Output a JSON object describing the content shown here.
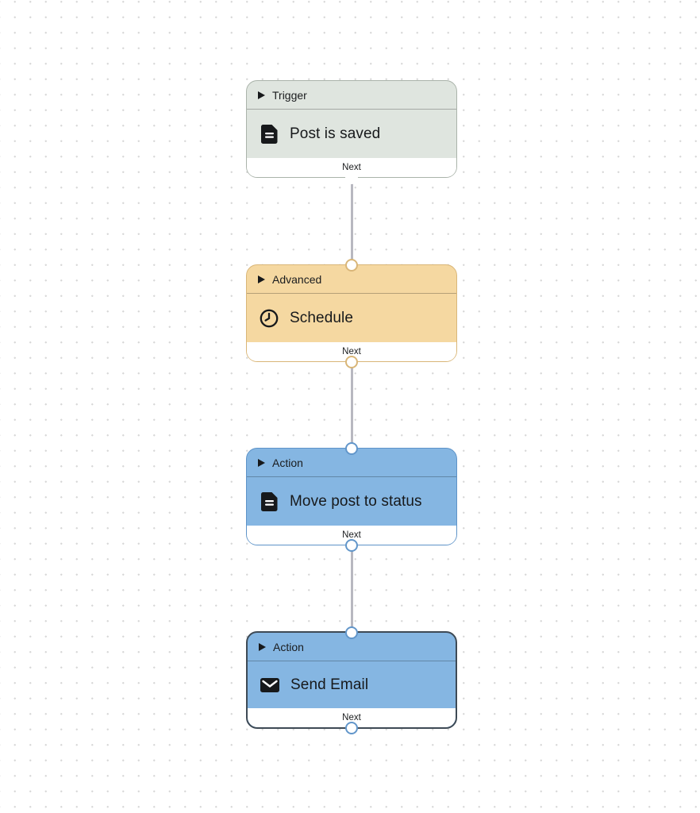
{
  "canvas": {
    "background": "#ffffff",
    "dot_color": "#d7d7d7",
    "edge_color": "#b8b8c0"
  },
  "nodes": [
    {
      "category": "Trigger",
      "title": "Post is saved",
      "port_label": "Next",
      "icon": "document-icon",
      "fill": "#dfe5df",
      "border": "#aab3aa",
      "port_top": null,
      "port_bottom": "#b184bd"
    },
    {
      "category": "Advanced",
      "title": "Schedule",
      "port_label": "Next",
      "icon": "clock-icon",
      "fill": "#f5d8a1",
      "border": "#d9b678",
      "port_top": "#d9b678",
      "port_bottom": "#d9b678"
    },
    {
      "category": "Action",
      "title": "Move post to status",
      "port_label": "Next",
      "icon": "document-icon",
      "fill": "#85b6e2",
      "border": "#5e93c8",
      "port_top": "#6296ca",
      "port_bottom": "#6296ca"
    },
    {
      "category": "Action",
      "title": "Send Email",
      "port_label": "Next",
      "icon": "mail-icon",
      "fill": "#85b6e2",
      "border": "#3e4a55",
      "port_top": "#6296ca",
      "port_bottom": "#6296ca"
    }
  ]
}
